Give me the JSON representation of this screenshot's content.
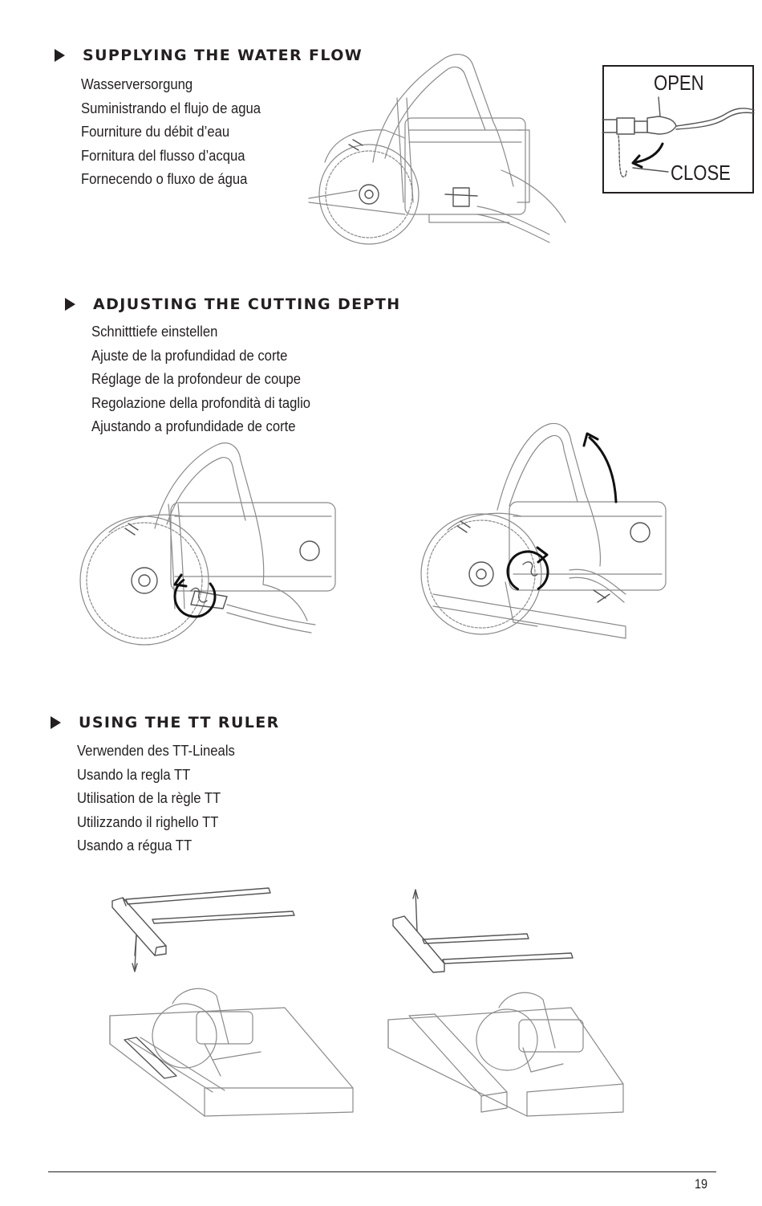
{
  "sections": [
    {
      "heading": "SUPPLYING THE WATER FLOW",
      "translations": [
        "Wasserversorgung",
        "Suministrando el flujo de agua",
        "Fourniture du débit d’eau",
        "Fornitura del flusso d’acqua",
        "Fornecendo o fluxo de água"
      ]
    },
    {
      "heading": "ADJUSTING THE CUTTING DEPTH",
      "translations": [
        "Schnitttiefe einstellen",
        "Ajuste de la profundidad de corte",
        "Réglage de la profondeur de coupe",
        "Regolazione della profondità di taglio",
        "Ajustando a profundidade de corte"
      ]
    },
    {
      "heading": "USING THE TT RULER",
      "translations": [
        "Verwenden des TT-Lineals",
        "Usando la regla TT",
        "Utilisation de la règle TT",
        "Utilizzando il righello TT",
        "Usando a régua TT"
      ]
    }
  ],
  "valve_detail": {
    "open": "OPEN",
    "close": "CLOSE"
  },
  "page_number": "19"
}
